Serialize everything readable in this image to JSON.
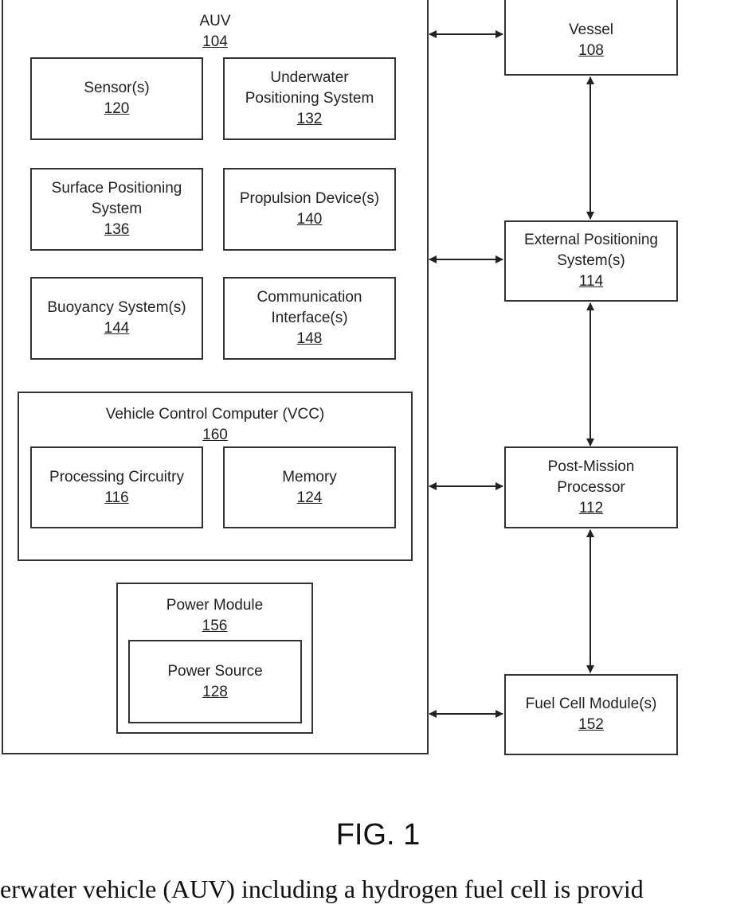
{
  "auv": {
    "label": "AUV",
    "number": "104"
  },
  "components": {
    "sensors": {
      "label": "Sensor(s)",
      "number": "120"
    },
    "underwater_positioning": {
      "label": "Underwater Positioning System",
      "number": "132"
    },
    "surface_positioning": {
      "label": "Surface Positioning System",
      "number": "136"
    },
    "propulsion": {
      "label": "Propulsion Device(s)",
      "number": "140"
    },
    "buoyancy": {
      "label": "Buoyancy System(s)",
      "number": "144"
    },
    "communication": {
      "label": "Communication Interface(s)",
      "number": "148"
    }
  },
  "vcc": {
    "label": "Vehicle Control Computer (VCC)",
    "number": "160",
    "processing": {
      "label": "Processing Circuitry",
      "number": "116"
    },
    "memory": {
      "label": "Memory",
      "number": "124"
    }
  },
  "power_module": {
    "label": "Power Module",
    "number": "156",
    "power_source": {
      "label": "Power Source",
      "number": "128"
    }
  },
  "external": {
    "vessel": {
      "label": "Vessel",
      "number": "108"
    },
    "external_positioning": {
      "label": "External Positioning System(s)",
      "number": "114"
    },
    "post_mission": {
      "label": "Post-Mission Processor",
      "number": "112"
    },
    "fuel_cell": {
      "label": "Fuel Cell Module(s)",
      "number": "152"
    }
  },
  "figure_label": "FIG. 1",
  "caption_text": "erwater vehicle (AUV) including a hydrogen fuel cell is provid"
}
